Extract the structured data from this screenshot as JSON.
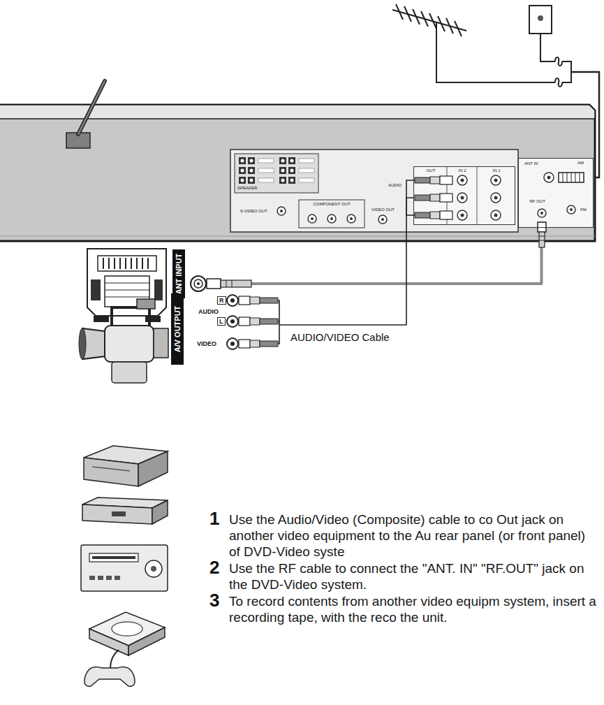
{
  "diagram": {
    "nodes": [
      {
        "text": [
          "ANT IN",
          "AM",
          "FM"
        ]
      },
      {
        "text": [
          "RF OUT"
        ],
        "in": 0
      },
      {
        "text": [
          "OUT",
          "IN 2",
          "IN 1"
        ]
      },
      {
        "text": [
          "ANT INPUT"
        ]
      },
      {
        "text": [
          "A/V OUTPUT"
        ]
      }
    ],
    "edges": [
      {
        "from": 1,
        "to": 3,
        "arrow": "none"
      },
      {
        "from": 4,
        "to": 2,
        "arrow": "none",
        "label": "AUDIO/VIDEO Cable"
      }
    ],
    "labels": [
      "SPEAKER",
      "S-VIDEO OUT",
      "COMPONENT OUT",
      "VIDEO OUT",
      "AUDIO",
      "R",
      "AUDIO",
      "L",
      "VIDEO",
      "1",
      "Use the Audio/Video (Composite) cable to co Out jack on another video equipment to the Au rear panel (or front panel) of DVD-Video syste",
      "2",
      "Use the RF cable to connect the \"ANT. IN\" \"RF.OUT\" jack on the DVD-Video system.",
      "3",
      "To record contents from another video equipm system, insert a recording tape, with the reco the unit."
    ]
  }
}
